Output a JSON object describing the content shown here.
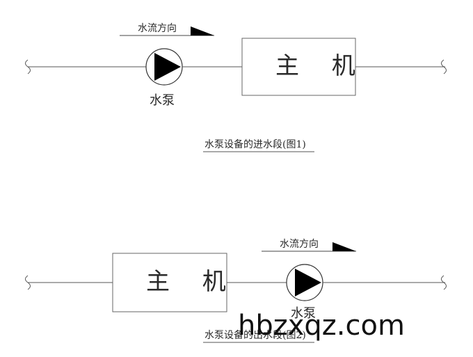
{
  "fig1": {
    "flow_direction": "水流方向",
    "pump_label": "水泵",
    "host_label": "主 机",
    "caption": "水泵设备的进水段(图1)"
  },
  "fig2": {
    "flow_direction": "水流方向",
    "pump_label": "水泵",
    "host_label": "主 机",
    "caption": "水泵设备的出水段(图2)"
  },
  "watermark": "hbzxqz.com"
}
